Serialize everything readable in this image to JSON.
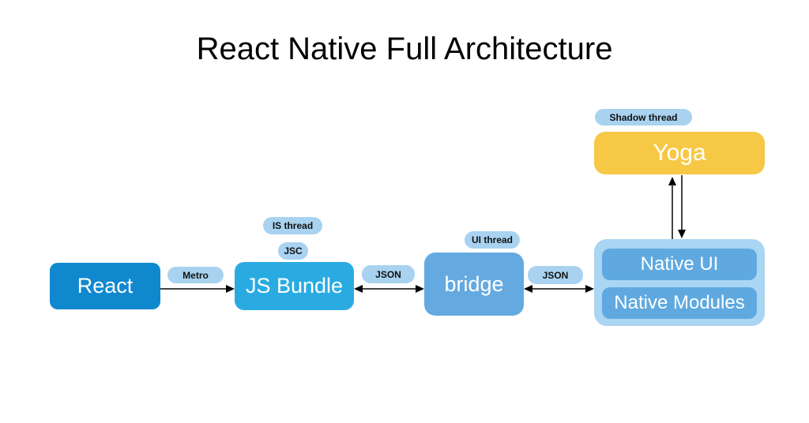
{
  "title": "React Native Full Architecture",
  "colors": {
    "title-text": "#000000",
    "box-text": "#ffffff",
    "react-box": "#1088ce",
    "js-bundle-box": "#29abe2",
    "bridge-box": "#64aae0",
    "native-container": "#aad5f3",
    "native-inner-box": "#5fa9e0",
    "yoga-box": "#f6c845",
    "pill": "#a8d2f0",
    "pill-text": "#111111",
    "arrow-line": "#444444",
    "arrow-head": "#000000"
  },
  "nodes": {
    "react": {
      "label": "React"
    },
    "js_bundle": {
      "label": "JS Bundle"
    },
    "bridge": {
      "label": "bridge"
    },
    "native_ui": {
      "label": "Native UI"
    },
    "native_modules": {
      "label": "Native Modules"
    },
    "yoga": {
      "label": "Yoga"
    }
  },
  "pills": {
    "metro": {
      "label": "Metro"
    },
    "is_thread": {
      "label": "IS thread"
    },
    "jsc": {
      "label": "JSC"
    },
    "json_left": {
      "label": "JSON"
    },
    "json_right": {
      "label": "JSON"
    },
    "ui_thread": {
      "label": "UI thread"
    },
    "shadow_thread": {
      "label": "Shadow thread"
    }
  }
}
